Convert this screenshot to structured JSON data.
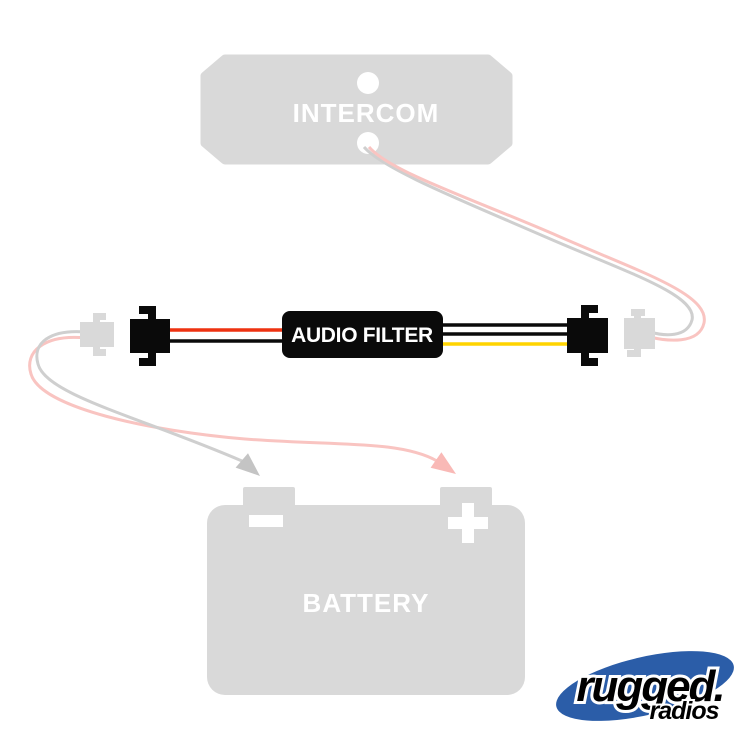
{
  "diagram": {
    "title_implicit": "Audio filter wiring diagram",
    "intercom": {
      "label": "INTERCOM"
    },
    "audio_filter": {
      "label": "AUDIO FILTER"
    },
    "battery": {
      "label": "BATTERY"
    },
    "logo": {
      "brand": "rugged.",
      "sub": "radios"
    }
  },
  "icons": {
    "minus_terminal": "minus-sign",
    "plus_terminal": "plus-sign",
    "mounting_hole": "circle-hole",
    "arrowhead": "triangle-arrow"
  },
  "colors": {
    "shape_gray": "#d9d9d9",
    "black": "#0a0a0a",
    "white": "#ffffff",
    "wire_red": "#ee3211",
    "wire_yellow": "#ffd400",
    "wire_pink": "#f9c4c1",
    "wire_gray": "#cfcfcf",
    "arrow_gray": "#c4c4c4",
    "arrow_pink": "#f9b9b6",
    "logo_blue": "#2b5da8"
  }
}
